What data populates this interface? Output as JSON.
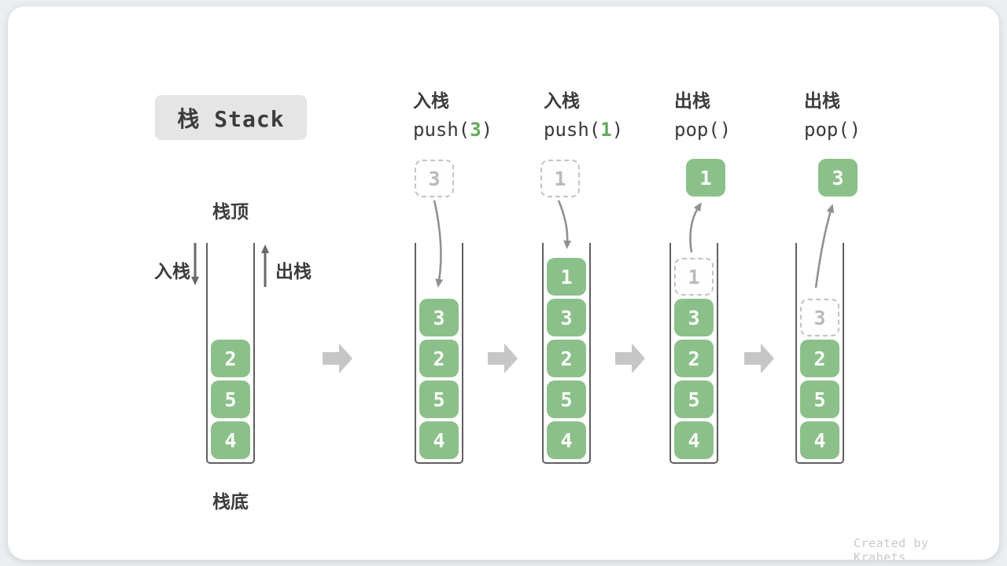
{
  "title_badge": "栈 Stack",
  "footer_credit": "Created by Krahets",
  "annotations": {
    "stack_top": "栈顶",
    "stack_bottom": "栈底",
    "push_side": "入栈",
    "pop_side": "出栈"
  },
  "operations": [
    {
      "action": "入栈",
      "code_pre": "push(",
      "arg": "3",
      "code_post": ")"
    },
    {
      "action": "入栈",
      "code_pre": "push(",
      "arg": "1",
      "code_post": ")"
    },
    {
      "action": "出栈",
      "code_pre": "pop(",
      "arg": "",
      "code_post": ")"
    },
    {
      "action": "出栈",
      "code_pre": "pop(",
      "arg": "",
      "code_post": ")"
    }
  ],
  "floating_items": [
    {
      "value": "3",
      "style": "dashed",
      "meaning": "element being pushed"
    },
    {
      "value": "1",
      "style": "dashed",
      "meaning": "element being pushed"
    },
    {
      "value": "1",
      "style": "solid",
      "meaning": "element popped out"
    },
    {
      "value": "3",
      "style": "solid",
      "meaning": "element popped out"
    }
  ],
  "stacks": [
    {
      "state": "initial",
      "ghost": "",
      "blocks": [
        "2",
        "5",
        "4"
      ]
    },
    {
      "state": "after push(3)",
      "ghost": "",
      "blocks": [
        "3",
        "2",
        "5",
        "4"
      ]
    },
    {
      "state": "after push(1)",
      "ghost": "",
      "blocks": [
        "1",
        "3",
        "2",
        "5",
        "4"
      ]
    },
    {
      "state": "after pop()",
      "ghost": "1",
      "blocks": [
        "3",
        "2",
        "5",
        "4"
      ]
    },
    {
      "state": "after pop()",
      "ghost": "3",
      "blocks": [
        "2",
        "5",
        "4"
      ]
    }
  ],
  "colors": {
    "block_green": "#8cc08a",
    "code_arg_green": "#64a85c",
    "ghost_gray": "#b9b9b9",
    "flow_arrow_gray": "#c6c6c6",
    "curve_arrow_gray": "#919191",
    "badge_bg": "#e5e5e5"
  }
}
